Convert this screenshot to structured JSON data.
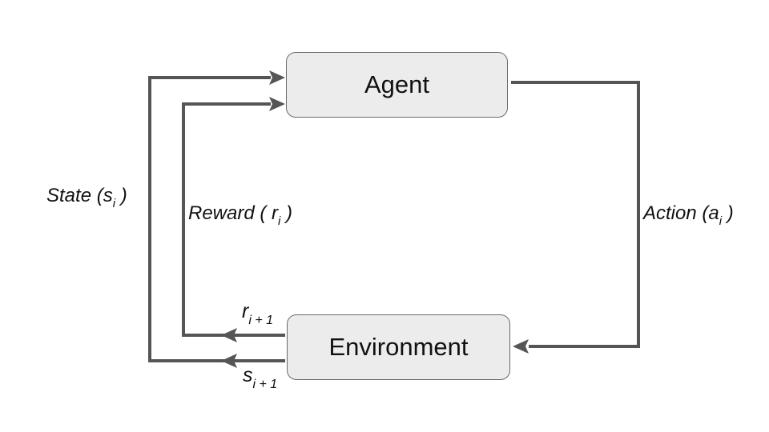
{
  "nodes": {
    "agent": {
      "label": "Agent"
    },
    "environment": {
      "label": "Environment"
    }
  },
  "edges": {
    "state": {
      "text": "State (s",
      "sub": "i",
      "close": ")"
    },
    "reward": {
      "text": "Reward ( r",
      "sub": "i",
      "close": ")"
    },
    "action": {
      "text": "Action (a",
      "sub": "i",
      "close": ")"
    },
    "reward_next": {
      "text": "r",
      "sub": "i + 1"
    },
    "state_next": {
      "text": "s",
      "sub": "i + 1"
    }
  },
  "colors": {
    "box_fill": "#ececec",
    "box_border": "#6a6a6a",
    "arrow": "#555555"
  }
}
